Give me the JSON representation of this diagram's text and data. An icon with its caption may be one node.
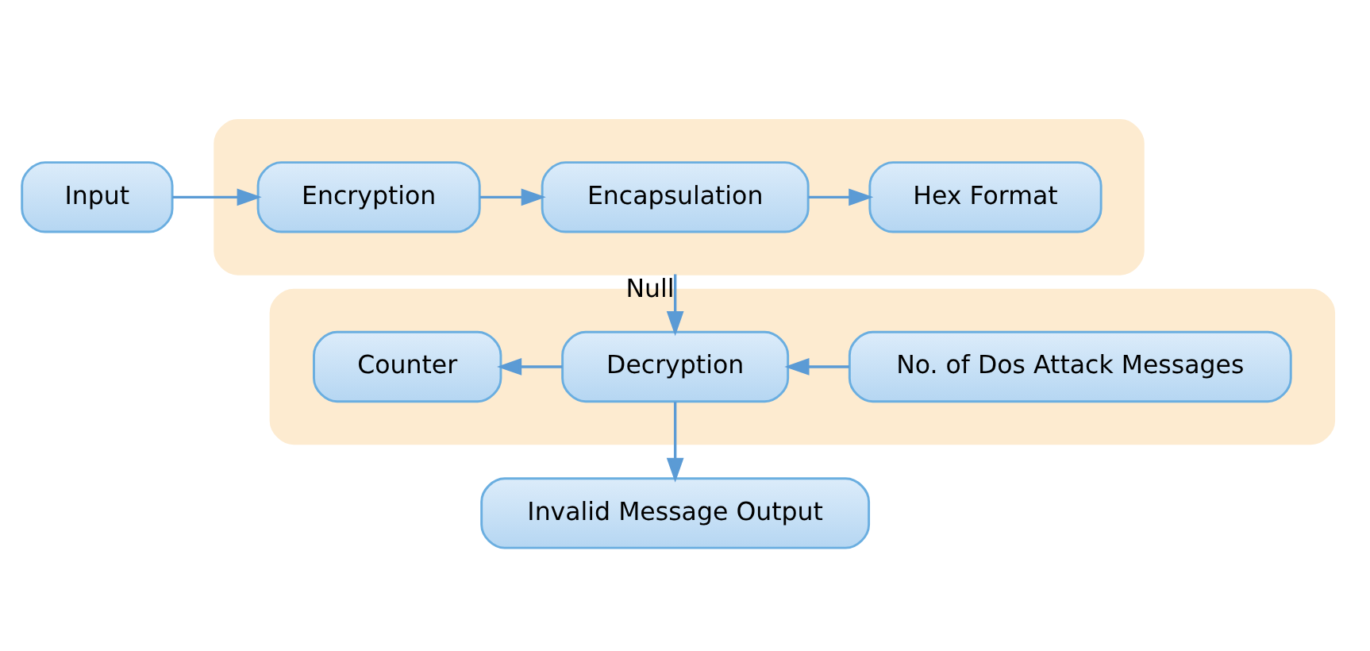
{
  "diagram": {
    "nodes": [
      {
        "text": [
          "Input"
        ]
      },
      {
        "text": [],
        "shape": "box"
      },
      {
        "text": [
          "Encryption"
        ],
        "in": 1
      },
      {
        "text": [
          "Encapsulation"
        ],
        "in": 1
      },
      {
        "text": [
          "Hex Format"
        ],
        "in": 1
      },
      {
        "text": [],
        "shape": "box"
      },
      {
        "text": [
          "Counter"
        ],
        "in": 5
      },
      {
        "text": [
          "Decryption"
        ],
        "in": 5
      },
      {
        "text": [
          "No. of Dos Attack Messages"
        ],
        "in": 5
      },
      {
        "text": [
          "Invalid Message Output"
        ]
      }
    ],
    "edges": [
      {
        "from": 0,
        "to": 2,
        "arrow": "to"
      },
      {
        "from": 2,
        "to": 3,
        "arrow": "to"
      },
      {
        "from": 3,
        "to": 4,
        "arrow": "to"
      },
      {
        "from": 1,
        "to": 7,
        "arrow": "to",
        "label": "Null"
      },
      {
        "from": 8,
        "to": 7,
        "arrow": "to"
      },
      {
        "from": 7,
        "to": 6,
        "arrow": "to"
      },
      {
        "from": 7,
        "to": 9,
        "arrow": "to"
      }
    ]
  }
}
